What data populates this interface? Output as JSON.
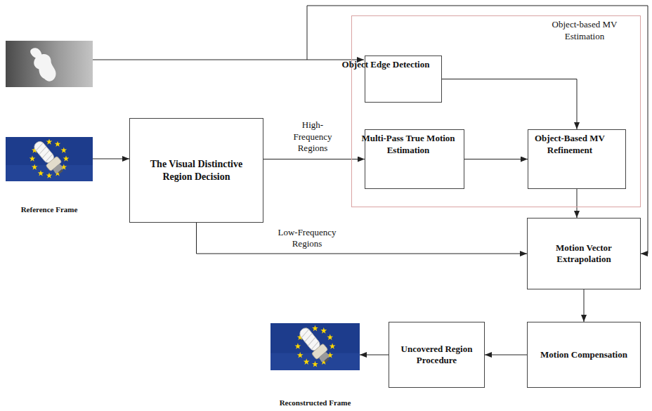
{
  "diagram": {
    "nodes": [
      {
        "text": [
          "Reference Frame"
        ]
      },
      {
        "text": [
          "The Visual Distinctive Region Decision"
        ]
      },
      {
        "text": [
          "Object-based MV Estimation"
        ]
      },
      {
        "text": [
          "Object Edge Detection"
        ],
        "in": 2
      },
      {
        "text": [
          "Multi-Pass True Motion Estimation"
        ],
        "in": 2
      },
      {
        "text": [
          "Object-Based MV Refinement"
        ],
        "in": 2
      },
      {
        "text": [
          "Motion Vector Extrapolation"
        ]
      },
      {
        "text": [
          "Motion Compensation"
        ]
      },
      {
        "text": [
          "Uncovered Region Procedure"
        ]
      },
      {
        "text": [
          "Reconstructed Frame"
        ]
      }
    ],
    "edges": [
      {
        "from": 0,
        "to": 1,
        "arrow": "to"
      },
      {
        "from": 1,
        "to": 4,
        "label": "High-Frequency Regions",
        "arrow": "to"
      },
      {
        "from": 1,
        "to": 6,
        "label": "Low-Frequency Regions",
        "arrow": "to"
      },
      {
        "from": 3,
        "to": 5,
        "arrow": "to"
      },
      {
        "from": 4,
        "to": 5,
        "arrow": "to"
      },
      {
        "from": 5,
        "to": 6,
        "arrow": "to"
      },
      {
        "from": 6,
        "to": 7,
        "arrow": "to"
      },
      {
        "from": 7,
        "to": 8,
        "arrow": "to"
      },
      {
        "from": 8,
        "to": 9,
        "arrow": "to"
      }
    ]
  }
}
